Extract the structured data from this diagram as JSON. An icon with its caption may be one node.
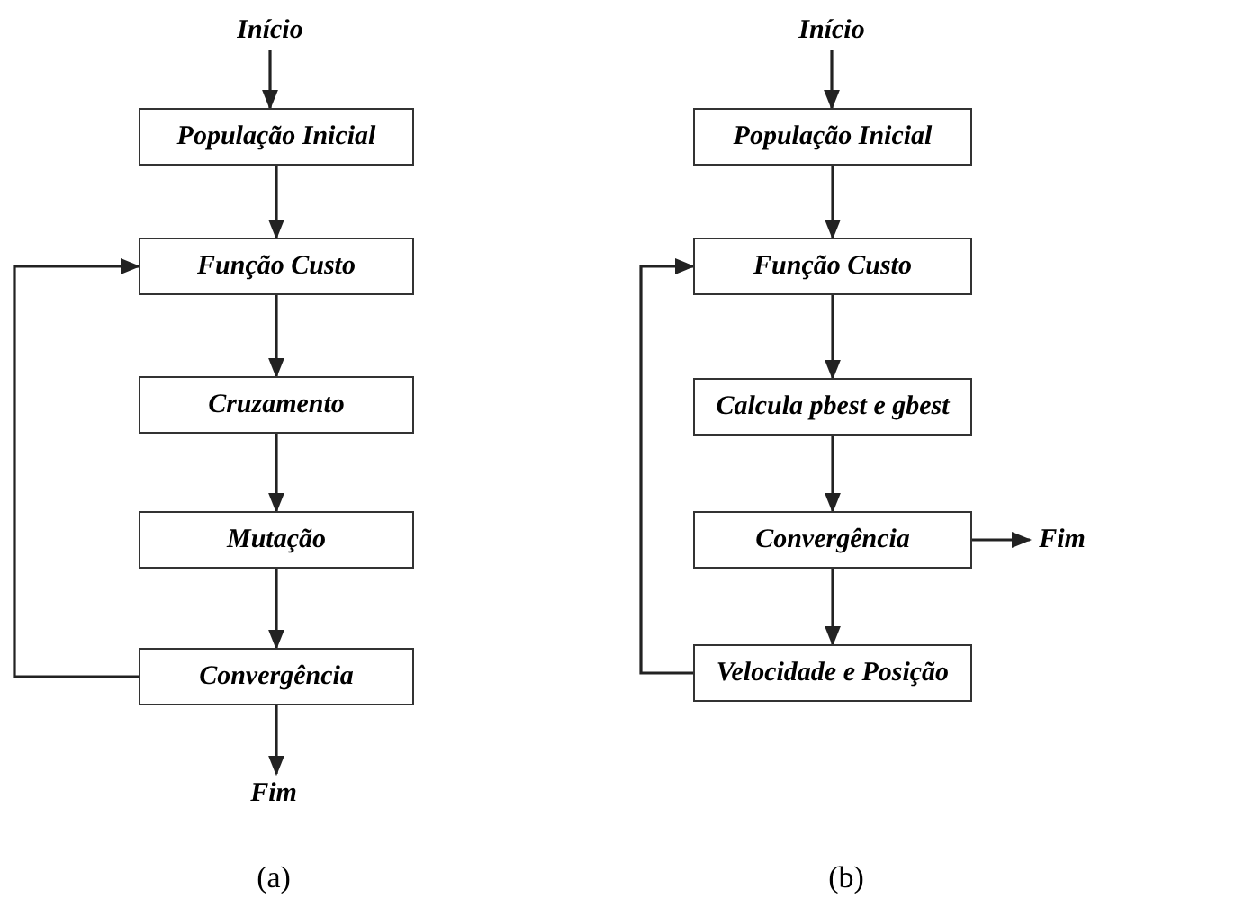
{
  "diagram": {
    "nodes": [
      {
        "text": [
          "Início"
        ]
      },
      {
        "text": [
          "População Inicial"
        ]
      },
      {
        "text": [
          "Função Custo"
        ]
      },
      {
        "text": [
          "Cruzamento"
        ]
      },
      {
        "text": [
          "Mutação"
        ]
      },
      {
        "text": [
          "Convergência"
        ]
      },
      {
        "text": [
          "Fim"
        ]
      },
      {
        "text": [
          "Início"
        ]
      },
      {
        "text": [
          "População Inicial"
        ]
      },
      {
        "text": [
          "Função Custo"
        ]
      },
      {
        "text": [
          "Calcula pbest e gbest"
        ]
      },
      {
        "text": [
          "Convergência"
        ]
      },
      {
        "text": [
          "Velocidade e Posição"
        ]
      },
      {
        "text": [
          "Fim"
        ]
      }
    ],
    "edges": [
      {
        "from": 0,
        "to": 1,
        "arrow": "to"
      },
      {
        "from": 1,
        "to": 2,
        "arrow": "to"
      },
      {
        "from": 2,
        "to": 3,
        "arrow": "to"
      },
      {
        "from": 3,
        "to": 4,
        "arrow": "to"
      },
      {
        "from": 4,
        "to": 5,
        "arrow": "to"
      },
      {
        "from": 5,
        "to": 6,
        "arrow": "to"
      },
      {
        "from": 5,
        "to": 2,
        "arrow": "to"
      },
      {
        "from": 7,
        "to": 8,
        "arrow": "to"
      },
      {
        "from": 8,
        "to": 9,
        "arrow": "to"
      },
      {
        "from": 9,
        "to": 10,
        "arrow": "to"
      },
      {
        "from": 10,
        "to": 11,
        "arrow": "to"
      },
      {
        "from": 11,
        "to": 13,
        "arrow": "to"
      },
      {
        "from": 11,
        "to": 12,
        "arrow": "to"
      },
      {
        "from": 12,
        "to": 9,
        "arrow": "to"
      }
    ],
    "labels": [
      "(a)",
      "(b)"
    ]
  }
}
